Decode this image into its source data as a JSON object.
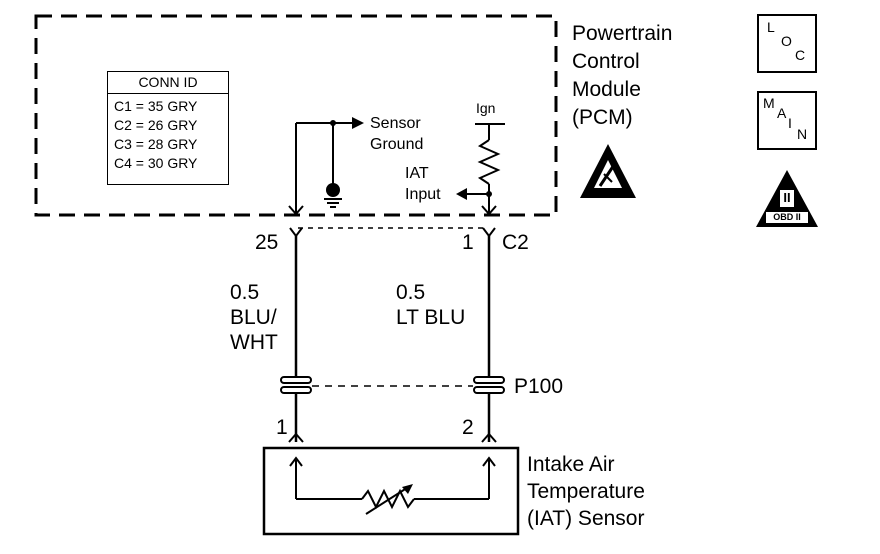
{
  "pcm": {
    "title_lines": [
      "Powertrain",
      "Control",
      "Module",
      "(PCM)"
    ],
    "sensor_ground_lines": [
      "Sensor",
      "Ground"
    ],
    "ign_label": "Ign",
    "iat_input_lines": [
      "IAT",
      "Input"
    ]
  },
  "conn_id": {
    "header": "CONN ID",
    "rows": [
      "C1 = 35 GRY",
      "C2 = 26 GRY",
      "C3 = 28 GRY",
      "C4 = 30 GRY"
    ]
  },
  "icons": {
    "loc": [
      "L",
      "O",
      "C"
    ],
    "main": [
      "M",
      "A",
      "I",
      "N"
    ],
    "obd_numeral": "II",
    "obd_label": "OBD II"
  },
  "pins": {
    "pcm_left": "25",
    "pcm_right": "1",
    "pcm_connector": "C2",
    "sensor_left": "1",
    "sensor_right": "2",
    "inline_connector": "P100"
  },
  "wires": {
    "left": [
      "0.5",
      "BLU/",
      "WHT"
    ],
    "right": [
      "0.5",
      "LT BLU"
    ]
  },
  "sensor": {
    "title_lines": [
      "Intake Air",
      "Temperature",
      "(IAT) Sensor"
    ]
  }
}
